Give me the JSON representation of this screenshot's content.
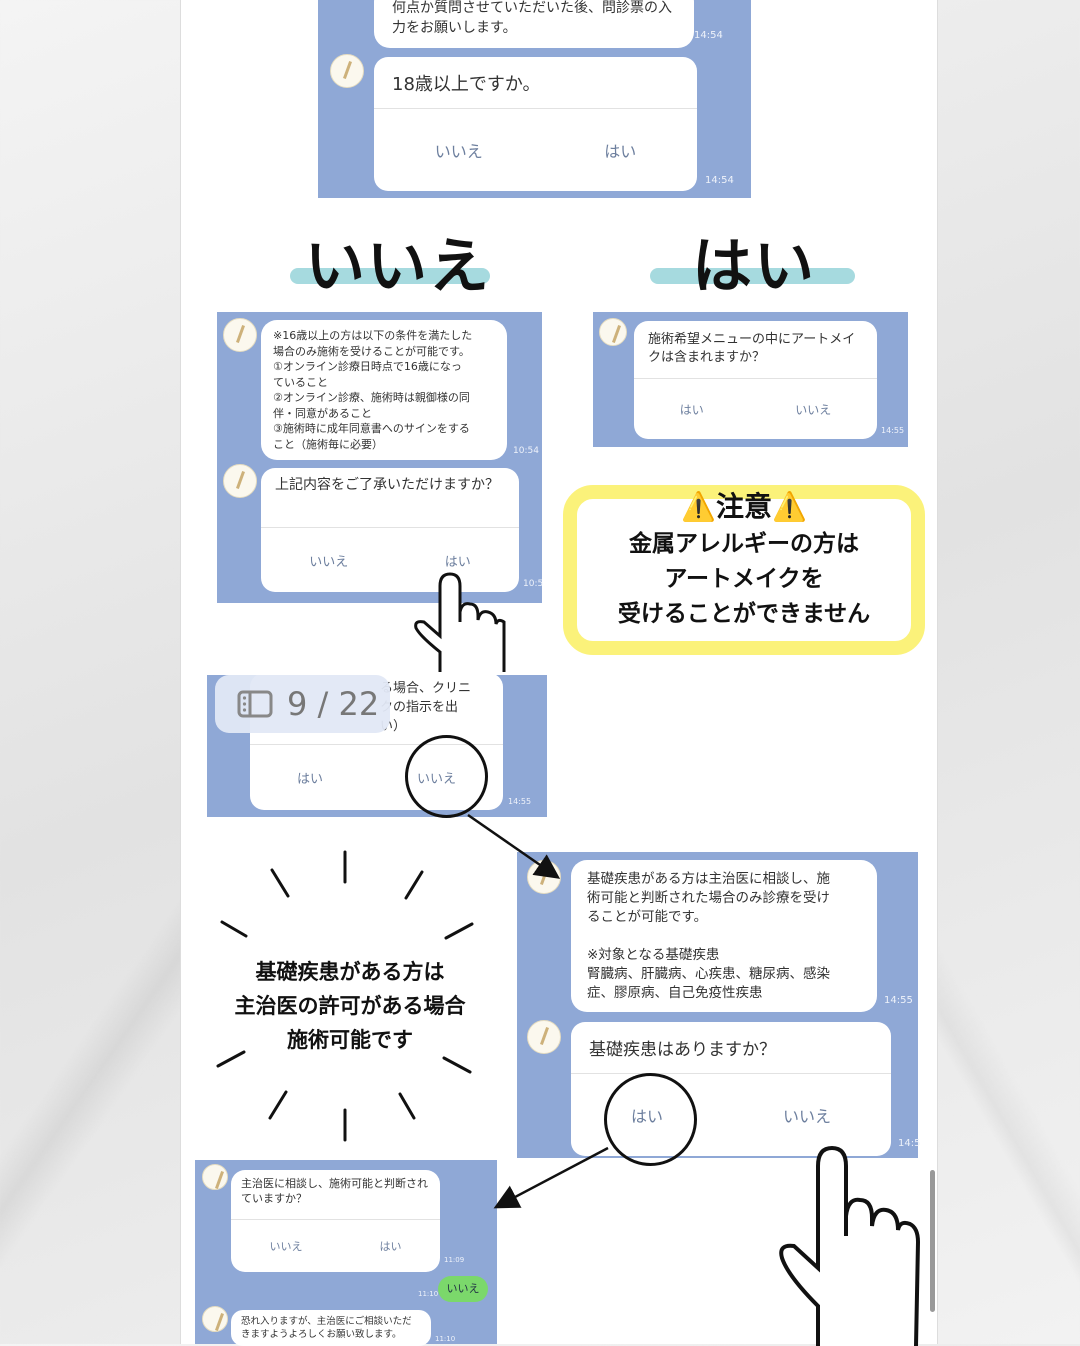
{
  "top_chat": {
    "bubble": "何点か質問させていただいた後、問診票の入力をお願いします。",
    "bubble_time": "14:54",
    "question": "18歳以上ですか。",
    "btn_no": "いいえ",
    "btn_yes": "はい",
    "time": "14:54"
  },
  "headings": {
    "no": "いいえ",
    "yes": "はい"
  },
  "left_chat": {
    "bubble_lines": [
      "※16歳以上の方は以下の条件を満たした",
      "場合のみ施術を受けることが可能です。",
      "①オンライン診療日時点で16歳になっ",
      "ていること",
      "②オンライン診療、施術時は親御様の同",
      "伴・同意があること",
      "③施術時に成年同意書へのサインをする",
      "こと（施術毎に必要）"
    ],
    "bubble_time": "10:54",
    "question": "上記内容をご了承いただけますか？",
    "btn_no": "いいえ",
    "btn_yes": "はい",
    "time": "10:5"
  },
  "right_chat": {
    "question": "施術希望メニューの中にアートメイクは含まれますか？",
    "btn_yes": "はい",
    "btn_no": "いいえ",
    "time": "14:55"
  },
  "note": {
    "title": "⚠️注意⚠️",
    "lines": [
      "金属アレルギーの方は",
      "アートメイクを",
      "受けることができません"
    ]
  },
  "middle_chat": {
    "partial_lines": [
      "る場合、クリニ",
      "クの指示を出",
      "い）"
    ],
    "btn_yes": "はい",
    "btn_no": "いいえ",
    "time": "14:55"
  },
  "page_indicator": {
    "icon": "sidebar-icon",
    "text": "9 / 22"
  },
  "disease_chat": {
    "bubble_lines": [
      "基礎疾患がある方は主治医に相談し、施",
      "術可能と判断された場合のみ診療を受け",
      "ることが可能です。",
      "",
      "※対象となる基礎疾患",
      "腎臓病、肝臓病、心疾患、糖尿病、感染",
      "症、膠原病、自己免疫性疾患"
    ],
    "bubble_time": "14:55",
    "question": "基礎疾患はありますか？",
    "btn_yes": "はい",
    "btn_no": "いいえ",
    "time": "14:5"
  },
  "burst": {
    "lines": [
      "基礎疾患がある方は",
      "主治医の許可がある場合",
      "施術可能です"
    ]
  },
  "bottom_chat": {
    "question": "主治医に相談し、施術可能と判断されていますか？",
    "btn_no": "いいえ",
    "btn_yes": "はい",
    "time": "11:09",
    "reply": "いいえ",
    "reply_time": "11:10",
    "final": "恐れ入りますが、主治医にご相談いただきますようよろしくお願い致します。",
    "final_time": "11:10"
  },
  "colors": {
    "chat_bg": "#8fa8d6",
    "highlight": "#fbf27a",
    "brush": "#9cd6dc",
    "reply_green": "#7bd86b"
  }
}
